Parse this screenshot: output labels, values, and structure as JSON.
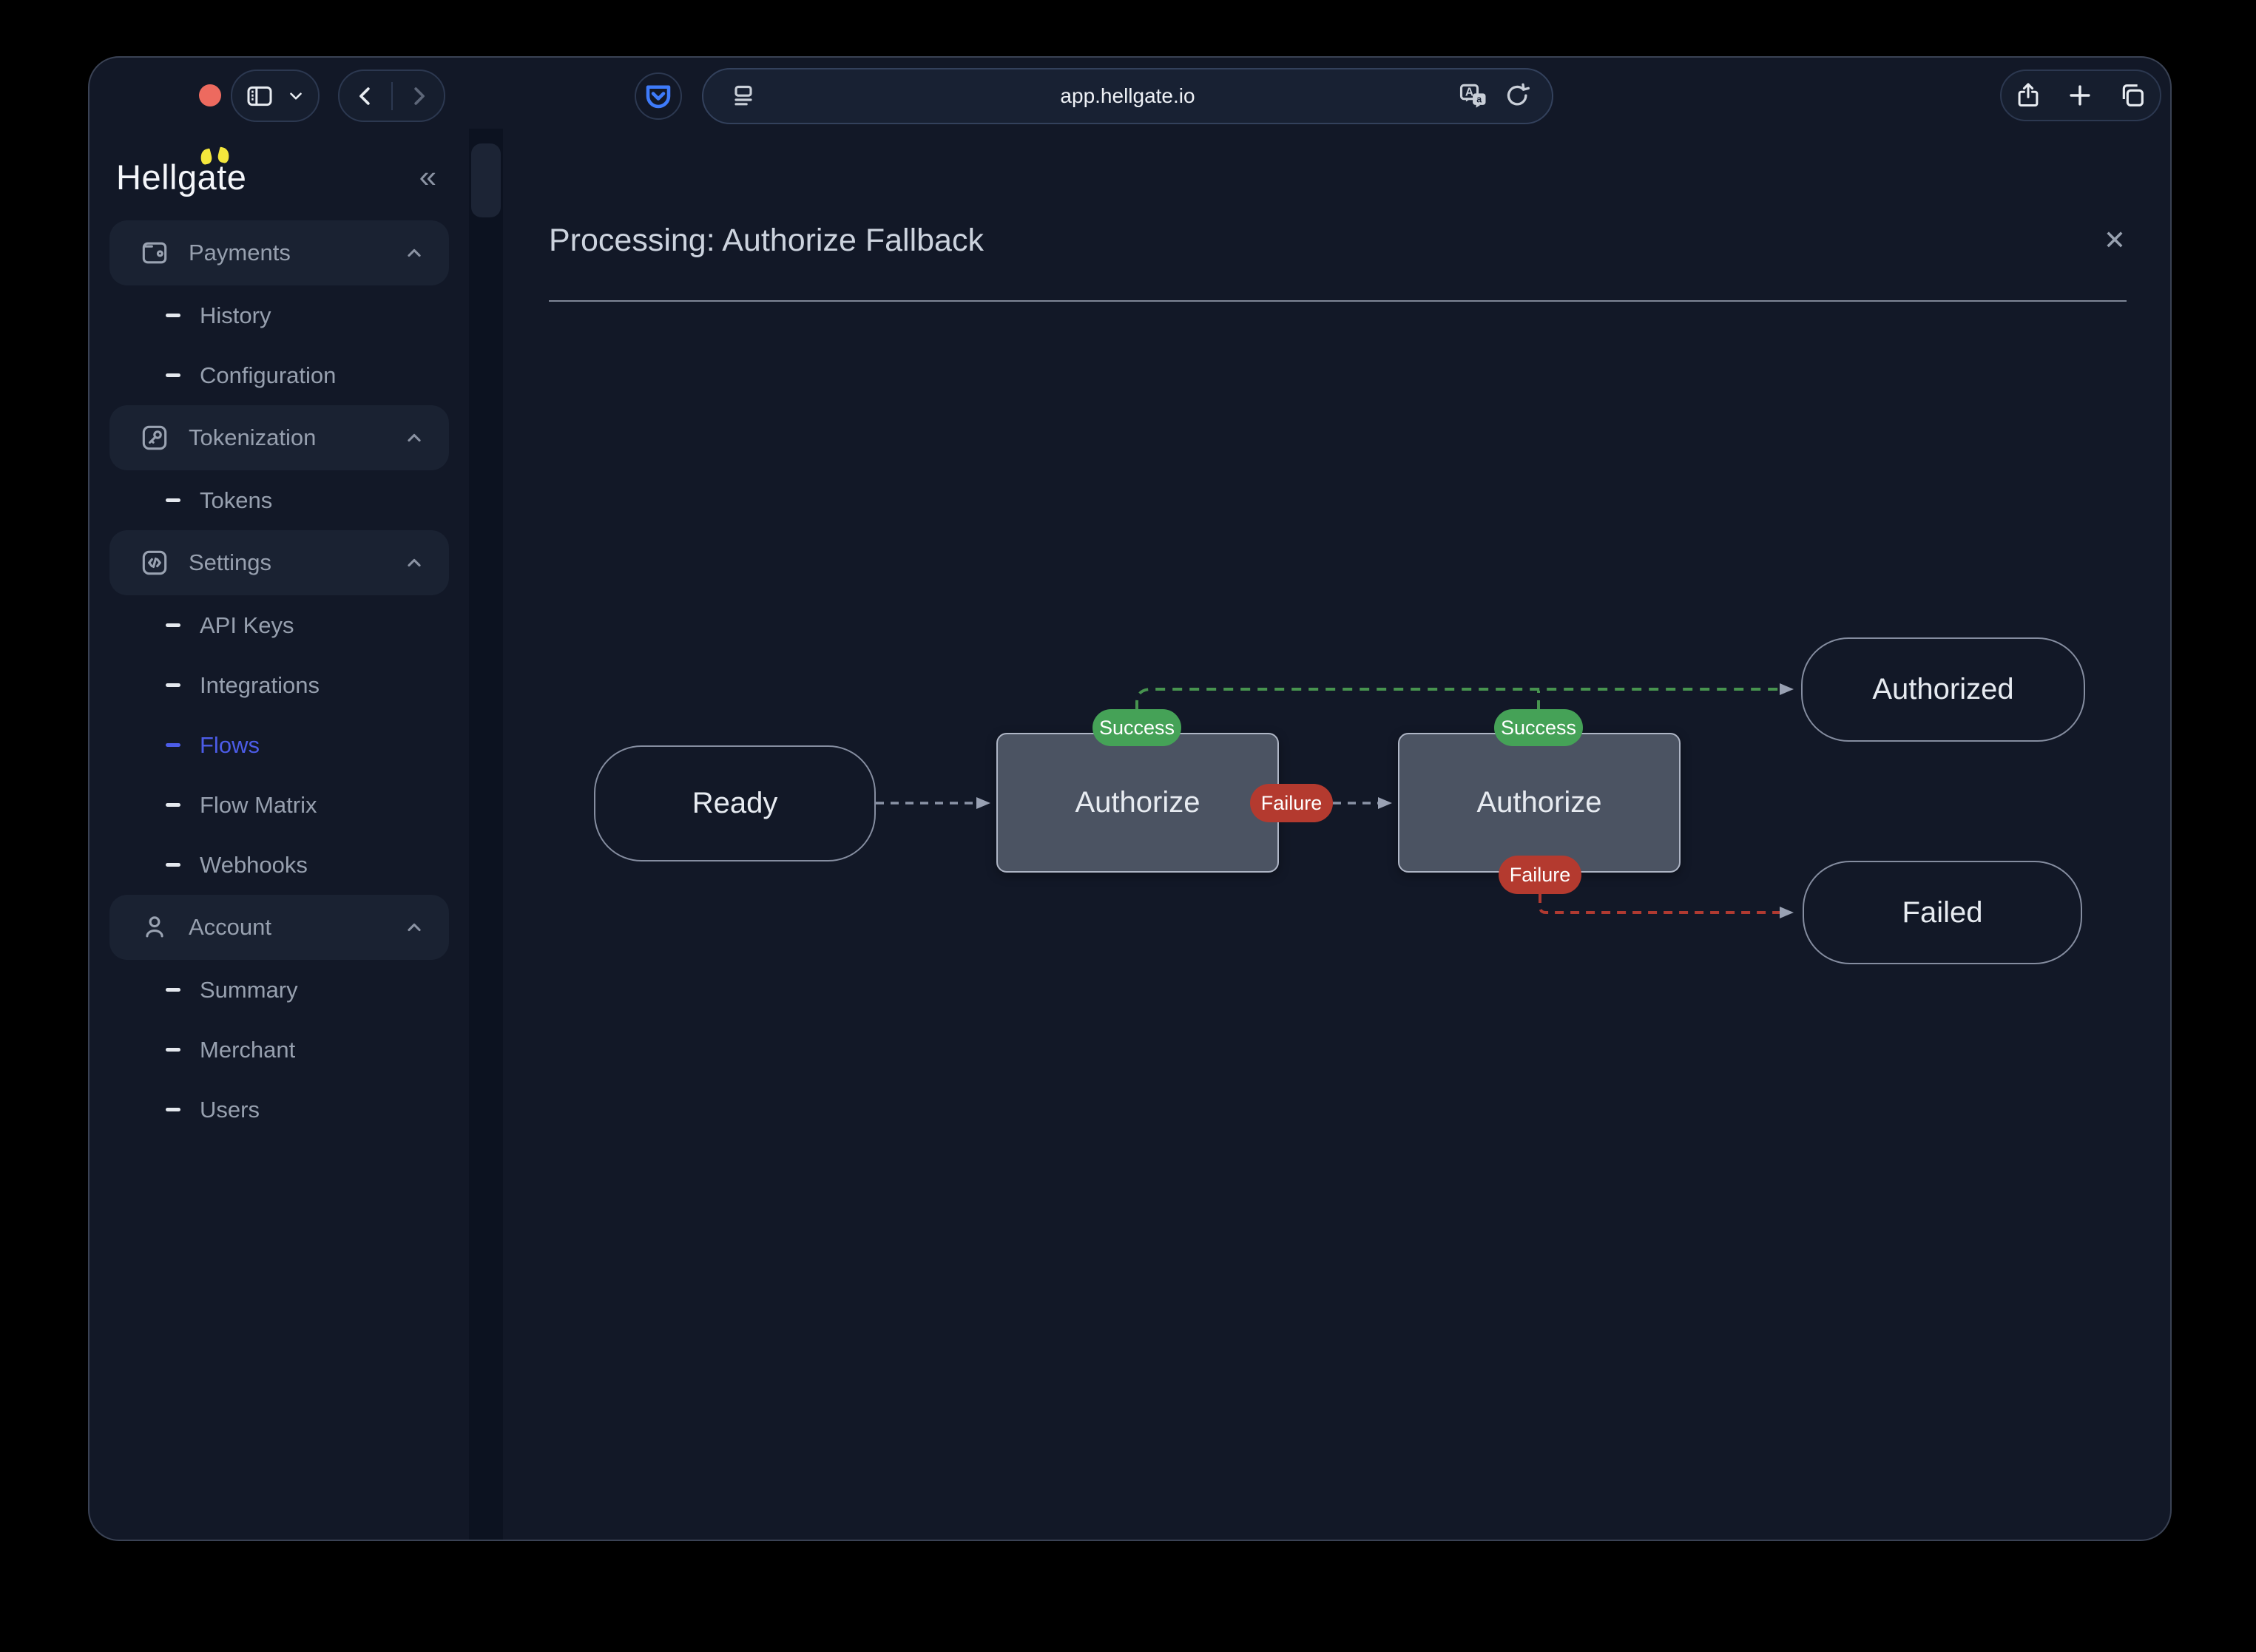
{
  "window": {
    "traffic_lights": {
      "close": "#ed6a5f",
      "minimize": "#f5bf4f",
      "zoom": "#61c554"
    }
  },
  "browser": {
    "url": "app.hellgate.io"
  },
  "sidebar": {
    "logo": "Hellgate",
    "collapse_glyph": "«",
    "items": [
      {
        "label": "Payments",
        "type": "section"
      },
      {
        "label": "History",
        "type": "sub"
      },
      {
        "label": "Configuration",
        "type": "sub"
      },
      {
        "label": "Tokenization",
        "type": "section"
      },
      {
        "label": "Tokens",
        "type": "sub"
      },
      {
        "label": "Settings",
        "type": "section"
      },
      {
        "label": "API Keys",
        "type": "sub"
      },
      {
        "label": "Integrations",
        "type": "sub"
      },
      {
        "label": "Flows",
        "type": "sub",
        "active": true
      },
      {
        "label": "Flow Matrix",
        "type": "sub"
      },
      {
        "label": "Webhooks",
        "type": "sub"
      },
      {
        "label": "Account",
        "type": "section"
      },
      {
        "label": "Summary",
        "type": "sub"
      },
      {
        "label": "Merchant",
        "type": "sub"
      },
      {
        "label": "Users",
        "type": "sub"
      }
    ]
  },
  "content": {
    "title": "Processing: Authorize Fallback",
    "close_glyph": "✕"
  },
  "diagram": {
    "nodes": {
      "ready": "Ready",
      "authorize_1": "Authorize",
      "authorize_2": "Authorize",
      "authorized": "Authorized",
      "failed": "Failed"
    },
    "badges": {
      "success_1": "Success",
      "success_2": "Success",
      "failure_1": "Failure",
      "failure_2": "Failure"
    },
    "colors": {
      "success_badge": "#45a257",
      "failure_badge": "#b43a2f",
      "success_edge": "#47934f",
      "failure_edge": "#b03a31",
      "neutral_edge": "#8a93a6",
      "node_fill": "#4b5362",
      "node_border": "#aeb5c5",
      "accent_blue": "#4c5ce8"
    }
  }
}
